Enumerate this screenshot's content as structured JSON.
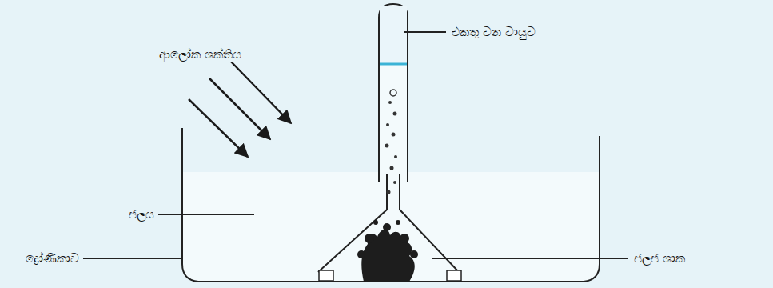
{
  "diagram": {
    "labels": [
      "ආලෝක ශක්තිය",
      "එකතු වන වායුව",
      "ජලය",
      "ද්‍රෝණිකාව",
      "ජලජ ශාක"
    ]
  }
}
